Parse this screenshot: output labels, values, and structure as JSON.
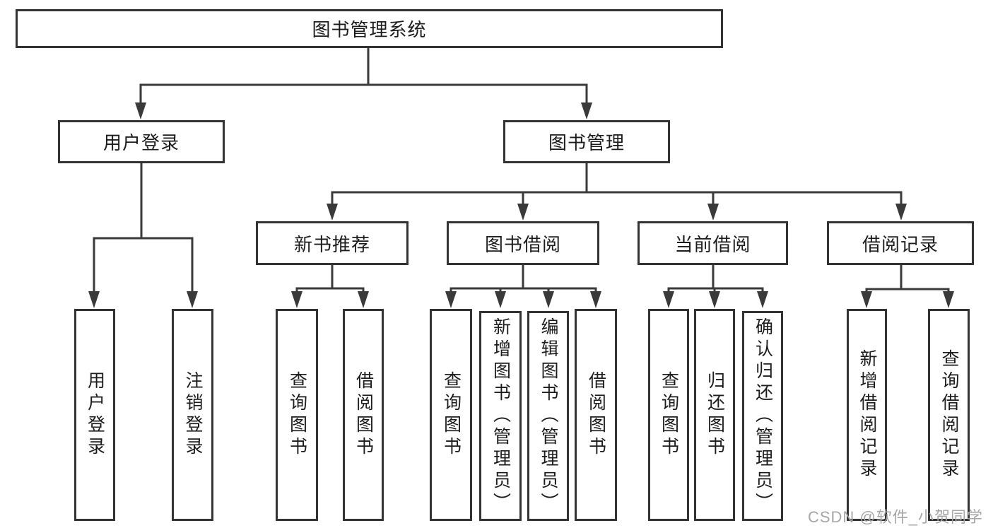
{
  "meta": {
    "watermark": "CSDN @软件_小贺同学",
    "colors": {
      "background": "#ffffff",
      "box_border": "#333333",
      "connector": "#3a3a3a",
      "text": "#1c1c1c",
      "watermark_text": "#a6a6a6"
    }
  },
  "tree": {
    "root": {
      "label": "图书管理系统"
    },
    "branches": [
      {
        "label": "用户登录",
        "children": [
          {
            "label": "用户登录"
          },
          {
            "label": "注销登录"
          }
        ]
      },
      {
        "label": "图书管理",
        "sections": [
          {
            "label": "新书推荐",
            "children": [
              {
                "label": "查询图书"
              },
              {
                "label": "借阅图书"
              }
            ]
          },
          {
            "label": "图书借阅",
            "children": [
              {
                "label": "查询图书"
              },
              {
                "label": "新增图书（管理员）"
              },
              {
                "label": "编辑图书（管理员）"
              },
              {
                "label": "借阅图书"
              }
            ]
          },
          {
            "label": "当前借阅",
            "children": [
              {
                "label": "查询图书"
              },
              {
                "label": "归还图书"
              },
              {
                "label": "确认归还（管理员）"
              }
            ]
          },
          {
            "label": "借阅记录",
            "children": [
              {
                "label": "新增借阅记录"
              },
              {
                "label": "查询借阅记录"
              }
            ]
          }
        ]
      }
    ]
  }
}
